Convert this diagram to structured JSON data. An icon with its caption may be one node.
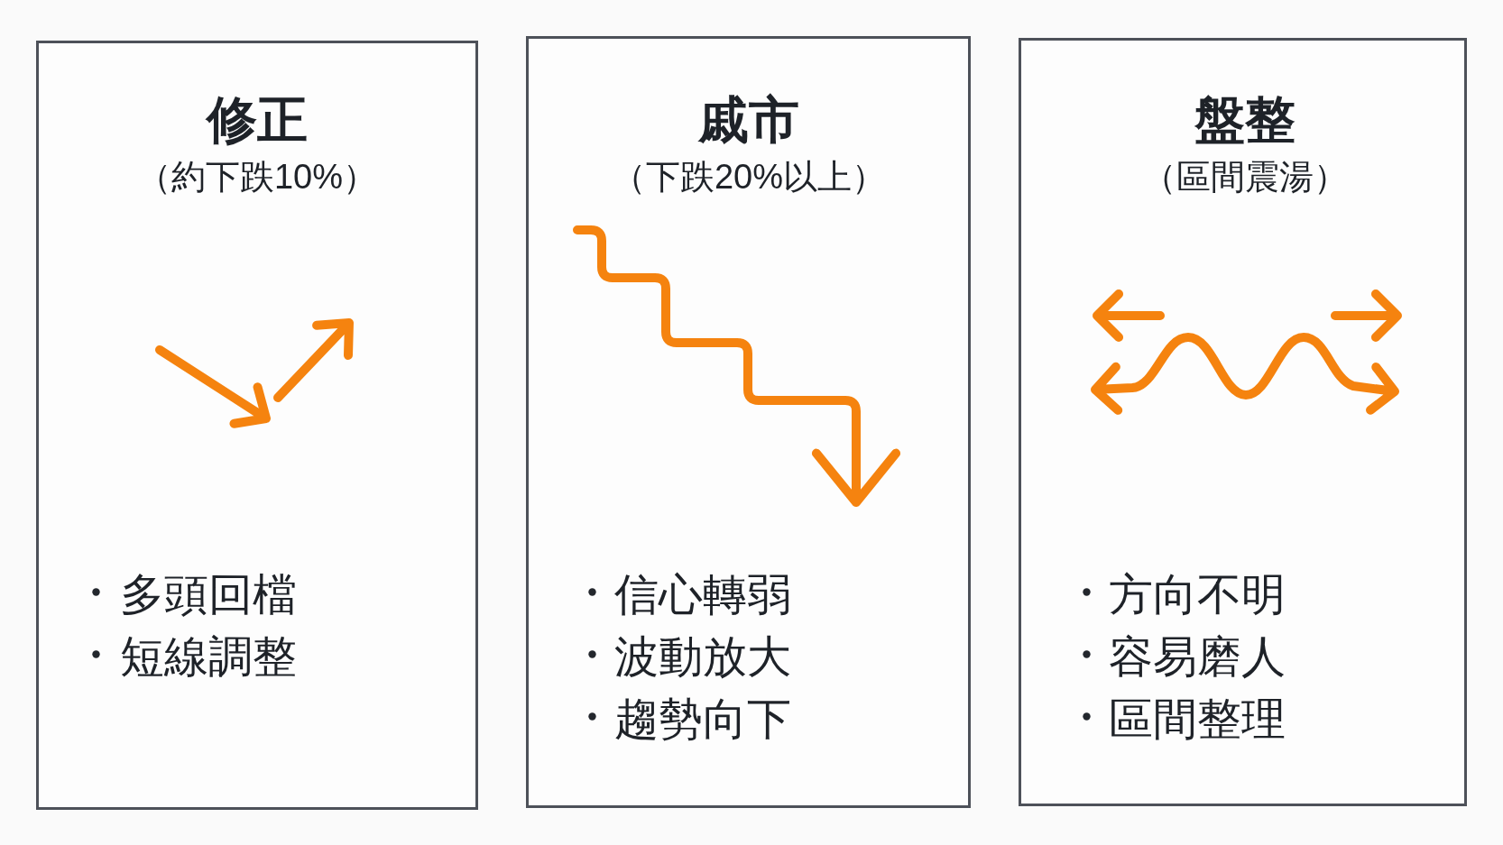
{
  "diagram": {
    "nodes": [
      {
        "text": [
          "修正",
          "（約下跌10%）",
          "多頭回檔",
          "短線調整"
        ]
      },
      {
        "text": [
          "戚市",
          "（下跌20%以上）",
          "信心轉弱",
          "波動放大",
          "趨勢向下"
        ]
      },
      {
        "text": [
          "盤整",
          "（區間震湯）",
          "方向不明",
          "容易磨人",
          "區間整理"
        ]
      }
    ]
  }
}
